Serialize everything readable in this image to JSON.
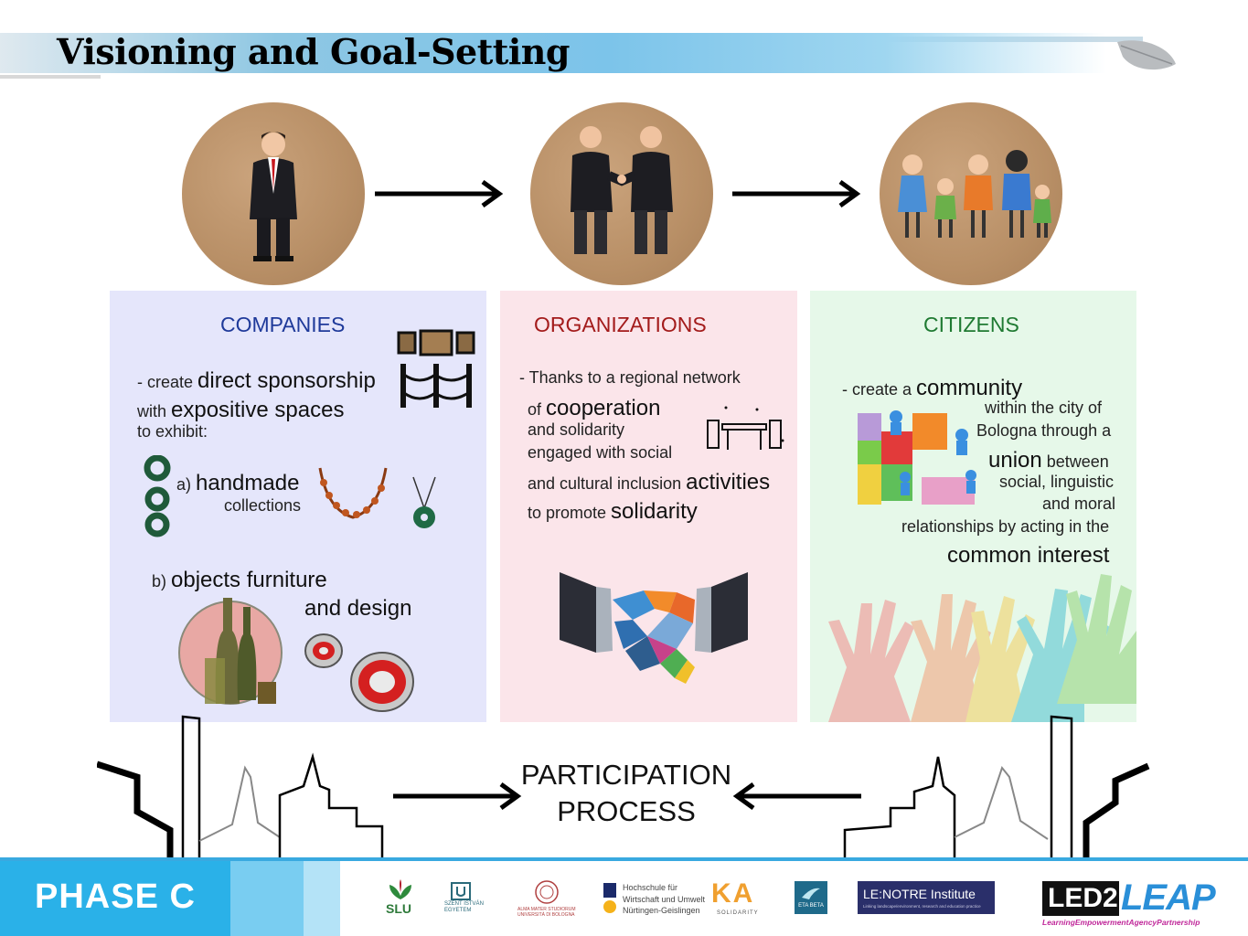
{
  "title": "Visioning and Goal-Setting",
  "companies": {
    "heading": "COMPANIES",
    "l1a": "- create ",
    "l1b": "direct sponsorship",
    "l2a": "with ",
    "l2b": "expositive spaces",
    "l3": "to exhibit:",
    "a_prefix": "a) ",
    "a_big": "handmade",
    "a_small": "collections",
    "b_prefix": "b) ",
    "b_big": "objects furniture",
    "b_big2": "and design",
    "color": "#1f3a9a"
  },
  "organizations": {
    "heading": "ORGANIZATIONS",
    "l1": "- Thanks to a regional network",
    "l2a": "of ",
    "l2b": "cooperation",
    "l3": "and solidarity",
    "l4": "engaged  with social",
    "l5a": "and cultural inclusion ",
    "l5b": "activities",
    "l6a": "to promote ",
    "l6b": "solidarity",
    "color": "#a31b1b"
  },
  "citizens": {
    "heading": "CITIZENS",
    "l1a": "- create a ",
    "l1b": "community",
    "l2": "within   the city of",
    "l3": "Bologna through a",
    "l4a": "union",
    "l4b": " between",
    "l5": "social, linguistic",
    "l6": "and moral",
    "l7": "relationships by acting in the",
    "l8": "common interest",
    "color": "#1f7a32"
  },
  "participation": {
    "line1": "PARTICIPATION",
    "line2": "PROCESS"
  },
  "footer": {
    "phase": "PHASE  C",
    "logos": {
      "slu": "SLU",
      "szent": "SZENT ISTVÁN EGYETEM",
      "bologna": "ALMA MATER STUDIORUM UNIVERSITÀ DI BOLOGNA",
      "hfwu1": "Hochschule für",
      "hfwu2": "Wirtschaft und Umwelt",
      "hfwu3": "Nürtingen-Geislingen",
      "ka": "KA",
      "ka_sub": "SOLIDARITY",
      "etabeta": "ETA BETA",
      "lenotre": "LE:NOTRE Institute",
      "lenotre_sub": "Linking landscape/environment, research and education practice",
      "led2": "LED2",
      "leap": "LEAP",
      "leap_sub": "LearningEmpowermentAgencyPartnership"
    }
  },
  "colors": {
    "phase_blue": "#2ab1e8",
    "banner_blue": "#7cc4ea"
  }
}
